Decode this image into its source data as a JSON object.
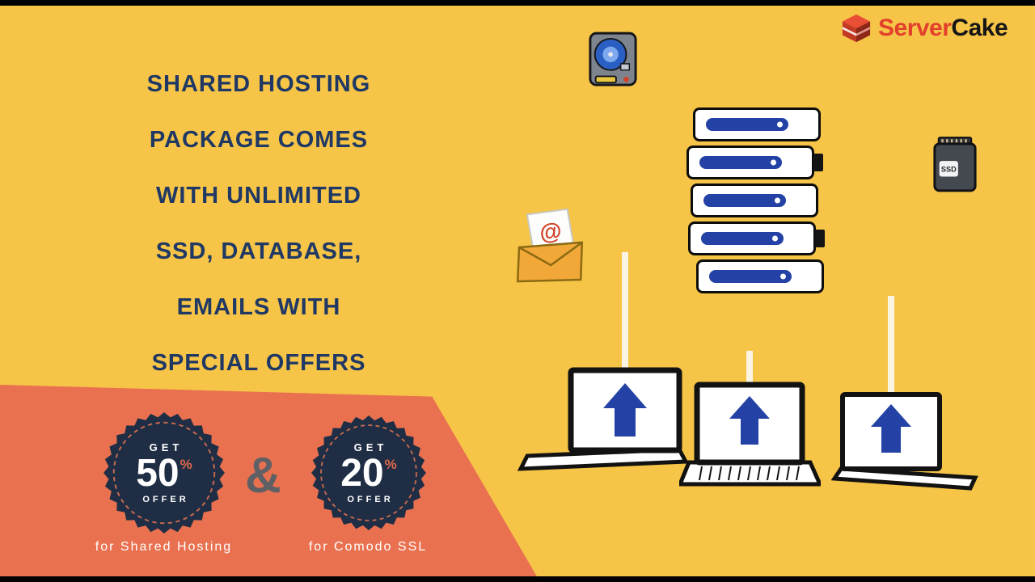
{
  "logo": {
    "primary": "Server",
    "secondary": "Cake"
  },
  "headline": {
    "lines": [
      "SHARED HOSTING",
      "PACKAGE COMES",
      "WITH UNLIMITED",
      "SSD, DATABASE,",
      "EMAILS WITH",
      "SPECIAL OFFERS"
    ]
  },
  "offers": {
    "ampersand": "&",
    "badges": [
      {
        "top": "GET",
        "value": "50",
        "percent": "%",
        "bottom": "OFFER",
        "caption": "for Shared Hosting"
      },
      {
        "top": "GET",
        "value": "20",
        "percent": "%",
        "bottom": "OFFER",
        "caption": "for Comodo SSL"
      }
    ]
  },
  "illustrations": {
    "ssd_label": "SSD",
    "email_symbol": "@",
    "icons": [
      "hard-drive-icon",
      "email-envelope-icon",
      "server-stack-icon",
      "ssd-card-icon",
      "laptop-upload-icon",
      "servercake-cake-icon"
    ]
  },
  "colors": {
    "bg": "#F6C447",
    "strip": "#000000",
    "headline": "#1F3864",
    "banner": "#E97150",
    "badge": "#1F2E45",
    "badge_dash": "#C96A4E",
    "pct": "#E0684A",
    "accent_blue": "#2442A5",
    "connector": "#FBF4E3",
    "caption": "#FFFFFF",
    "ampersand": "#5E6065",
    "logo_red": "#E2402C",
    "logo_dark": "#161616",
    "envelope": "#F2A838",
    "at_red": "#D2422A"
  }
}
